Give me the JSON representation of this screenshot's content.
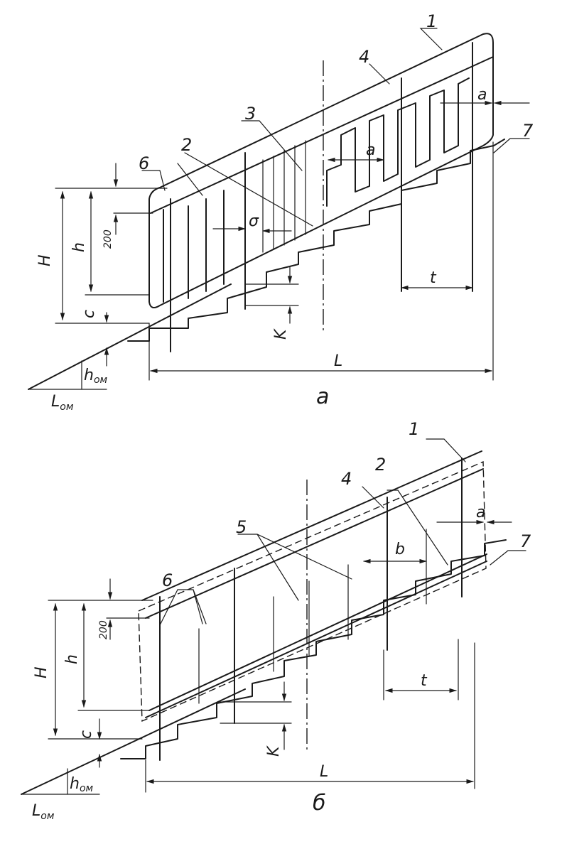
{
  "figure_a": {
    "callouts": [
      "1",
      "4",
      "3",
      "2",
      "6",
      "7"
    ],
    "dims": {
      "H": "H",
      "h": "h",
      "d200": "200",
      "c": "c",
      "k": "K",
      "a1": "a",
      "a2": "a",
      "b": "σ",
      "t": "t",
      "L": "L",
      "h_om_main": "h",
      "h_om_sub": "ом",
      "l_om_main": "L",
      "l_om_sub": "ом"
    },
    "caption": "a"
  },
  "figure_b": {
    "callouts": [
      "1",
      "4",
      "2",
      "5",
      "6",
      "7"
    ],
    "dims": {
      "H": "H",
      "h": "h",
      "d200": "200",
      "c": "c",
      "k": "K",
      "a": "a",
      "b": "b",
      "t": "t",
      "L": "L",
      "h_om_main": "h",
      "h_om_sub": "ом",
      "l_om_main": "L",
      "l_om_sub": "ом"
    },
    "caption": "б"
  }
}
